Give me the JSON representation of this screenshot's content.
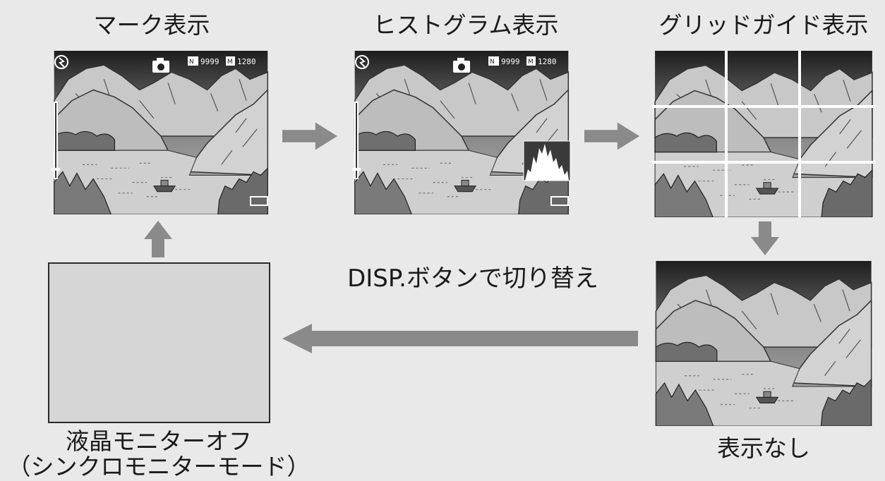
{
  "labels": {
    "mark_display": "マーク表示",
    "histogram_display": "ヒストグラム表示",
    "grid_guide_display": "グリッドガイド表示",
    "no_display": "表示なし",
    "lcd_off_line1": "液晶モニターオフ",
    "lcd_off_line2": "（シンクロモニターモード）",
    "disp_button_caption": "DISP.ボタンで切り替え"
  },
  "overlay": {
    "shots_remaining": "9999",
    "image_size": "1280"
  },
  "icons": {
    "flash": "flash-off-icon",
    "camera": "camera-mode-icon",
    "quality": "quality-icon",
    "size": "size-icon"
  },
  "colors": {
    "background": "#e9e9e9",
    "arrow": "#8a8a8a",
    "grid_line": "#ffffff",
    "lcd_off_fill": "#d6d6d6",
    "panel_border": "#2a2a2a"
  }
}
